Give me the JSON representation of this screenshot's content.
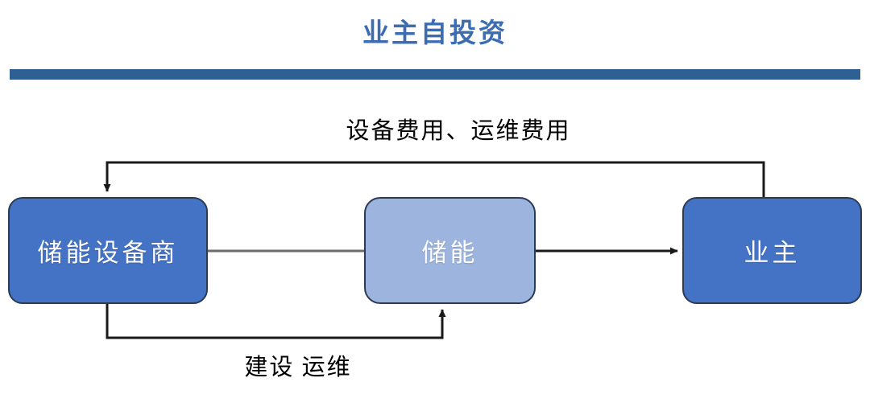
{
  "header": {
    "title": "业主自投资",
    "title_color": "#3c6db0",
    "rule_color": "#2e6094"
  },
  "diagram": {
    "type": "flow-diagram",
    "nodes": [
      {
        "id": "supplier",
        "label": "储能设备商",
        "fill": "#4472c4",
        "text_color": "#ffffff",
        "border_color": "#2a3c55"
      },
      {
        "id": "storage",
        "label": "储能",
        "fill": "#9db5de",
        "text_color": "#ffffff",
        "border_color": "#2a3c55"
      },
      {
        "id": "owner",
        "label": "业主",
        "fill": "#4472c4",
        "text_color": "#ffffff",
        "border_color": "#2a3c55"
      }
    ],
    "edges": [
      {
        "id": "owner-to-supplier",
        "from": "owner",
        "to": "supplier",
        "label": "设备费用、运维费用",
        "arrow": true,
        "color": "#1a1a1a",
        "routing": "top"
      },
      {
        "id": "supplier-to-storage",
        "from": "supplier",
        "to": "storage",
        "label": "",
        "arrow": false,
        "color": "#6b6b6b",
        "routing": "direct"
      },
      {
        "id": "storage-to-owner",
        "from": "storage",
        "to": "owner",
        "label": "",
        "arrow": true,
        "color": "#1a1a1a",
        "routing": "direct"
      },
      {
        "id": "supplier-to-storage-build",
        "from": "supplier",
        "to": "storage",
        "label": "建设 运维",
        "arrow": true,
        "color": "#1a1a1a",
        "routing": "bottom"
      }
    ]
  }
}
